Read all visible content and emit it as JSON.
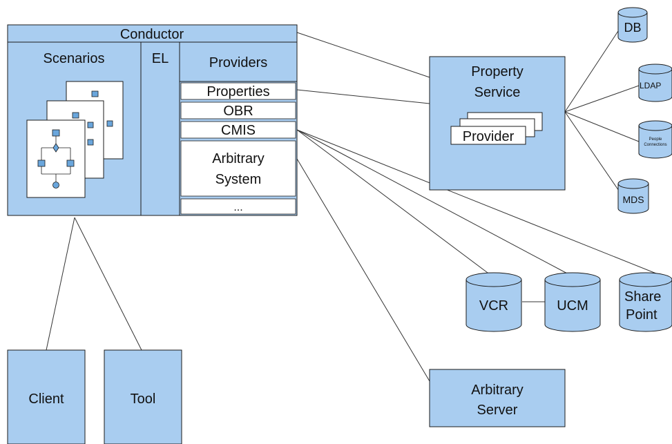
{
  "conductor": {
    "title": "Conductor",
    "scenarios_label": "Scenarios",
    "el_label": "EL",
    "providers_header": "Providers",
    "providers": [
      "Properties",
      "OBR",
      "CMIS"
    ],
    "arbitrary_system_line1": "Arbitrary",
    "arbitrary_system_line2": "System",
    "ellipsis": "..."
  },
  "property_service": {
    "line1": "Property",
    "line2": "Service",
    "provider_label": "Provider"
  },
  "datastores": {
    "db": "DB",
    "ldap": "LDAP",
    "people_line1": "People",
    "people_line2": "Connections",
    "mds": "MDS"
  },
  "cmis_targets": {
    "vcr": "VCR",
    "ucm": "UCM",
    "sharepoint_line1": "Share",
    "sharepoint_line2": "Point"
  },
  "arbitrary_server": {
    "line1": "Arbitrary",
    "line2": "Server"
  },
  "client_label": "Client",
  "tool_label": "Tool",
  "colors": {
    "box_fill": "#a9cdf0",
    "stroke": "#1a1a1a",
    "page_fill": "#ffffff"
  }
}
